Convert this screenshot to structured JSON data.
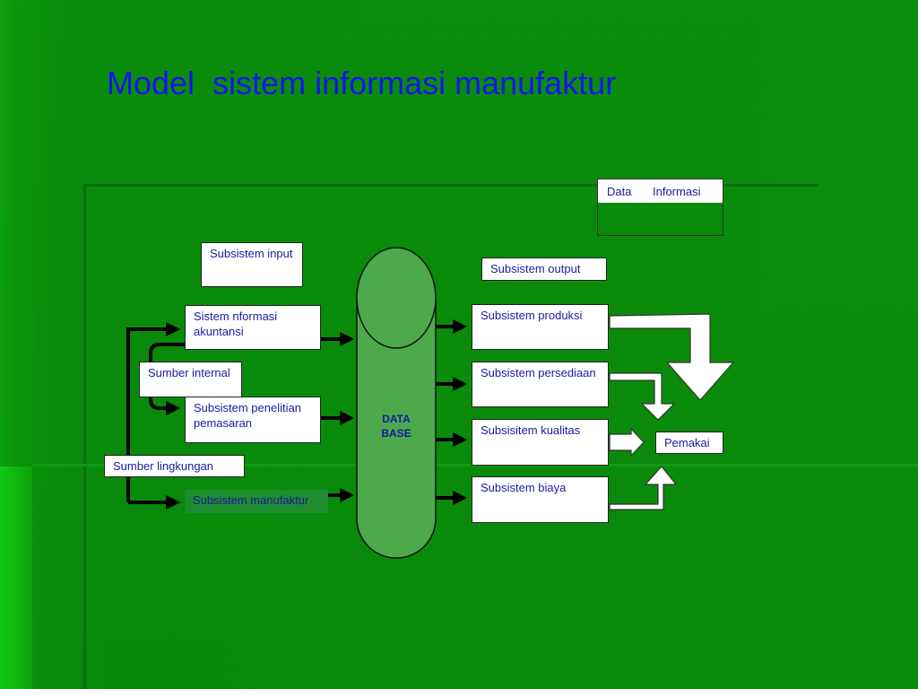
{
  "title": "Model  sistem informasi manufaktur",
  "legend": {
    "data_label": "Data",
    "info_label": "Informasi"
  },
  "input_header": "Subsistem input",
  "output_header": "Subsistem output",
  "inputs": {
    "akuntansi": "Sistem nformasi akuntansi",
    "penelitian": "Subsistem penelitian pemasaran",
    "manufaktur": "Subsistem manufaktur"
  },
  "sources": {
    "internal": "Sumber internal",
    "lingkungan": "Sumber lingkungan"
  },
  "database": "DATA BASE",
  "outputs": {
    "produksi": "Subsistem produksi",
    "persediaan": "Subsistem persediaan",
    "kualitas": "Subsisitem kualitas",
    "biaya": "Subsistem biaya"
  },
  "user": "Pemakai",
  "colors": {
    "title": "#1414ee",
    "text": "#1a1aa0",
    "background": "#0a8a0a"
  }
}
